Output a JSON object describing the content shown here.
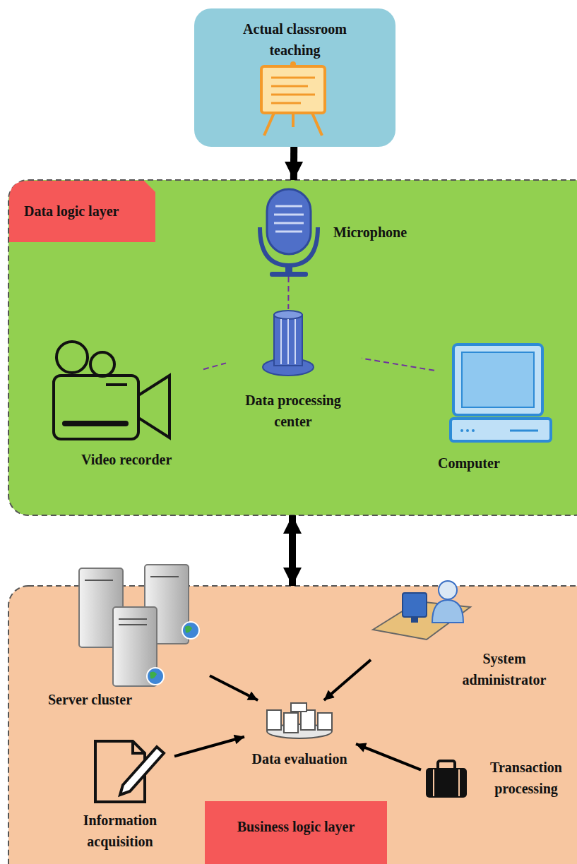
{
  "diagram": {
    "nodes": [
      {
        "text": [
          "Actual classroom teaching"
        ]
      },
      {
        "text": [
          "Data logic layer"
        ]
      },
      {
        "text": [
          "Microphone"
        ],
        "in": 1
      },
      {
        "text": [
          "Data processing center"
        ],
        "in": 1
      },
      {
        "text": [
          "Video recorder"
        ],
        "in": 1
      },
      {
        "text": [
          "Computer"
        ],
        "in": 1
      },
      {
        "text": [
          "Business logic layer"
        ]
      },
      {
        "text": [
          "Server cluster"
        ],
        "in": 6
      },
      {
        "text": [
          "System administrator"
        ],
        "in": 6
      },
      {
        "text": [
          "Data evaluation"
        ],
        "in": 6
      },
      {
        "text": [
          "Information acquisition"
        ],
        "in": 6
      },
      {
        "text": [
          "Transaction processing"
        ],
        "in": 6
      }
    ],
    "edges": [
      {
        "from": 0,
        "to": 1,
        "arrow": "to"
      },
      {
        "from": 1,
        "to": 6,
        "arrow": "both"
      },
      {
        "from": 2,
        "to": 3,
        "arrow": "none"
      },
      {
        "from": 4,
        "to": 3,
        "arrow": "none"
      },
      {
        "from": 5,
        "to": 3,
        "arrow": "none"
      },
      {
        "from": 7,
        "to": 9,
        "arrow": "to"
      },
      {
        "from": 8,
        "to": 9,
        "arrow": "to"
      },
      {
        "from": 10,
        "to": 9,
        "arrow": "to"
      },
      {
        "from": 11,
        "to": 9,
        "arrow": "to"
      }
    ]
  }
}
